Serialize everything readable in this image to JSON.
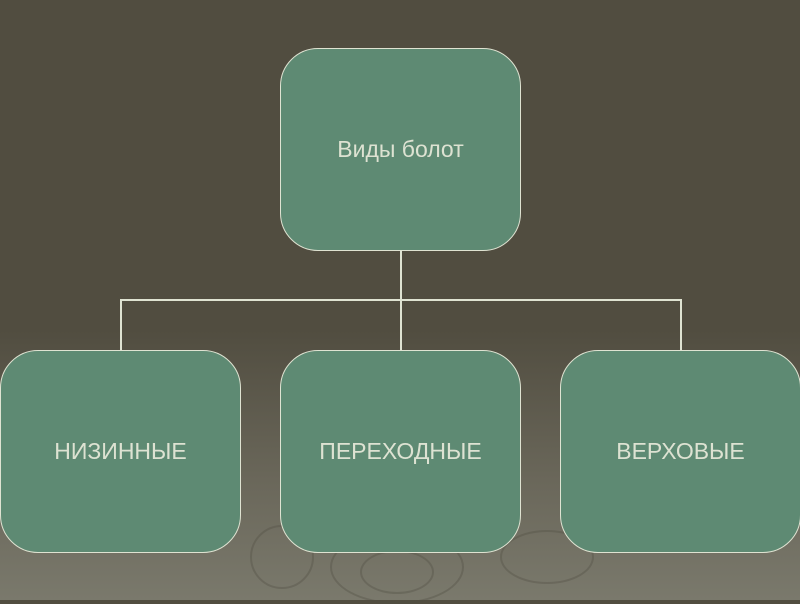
{
  "root": {
    "label": "Виды болот"
  },
  "children": [
    {
      "label": "НИЗИННЫЕ"
    },
    {
      "label": "ПЕРЕХОДНЫЕ"
    },
    {
      "label": "ВЕРХОВЫЕ"
    }
  ],
  "colors": {
    "background": "#514d40",
    "box_fill": "#5e8a73",
    "line": "#dfe3d2",
    "text": "#dde2d2"
  }
}
